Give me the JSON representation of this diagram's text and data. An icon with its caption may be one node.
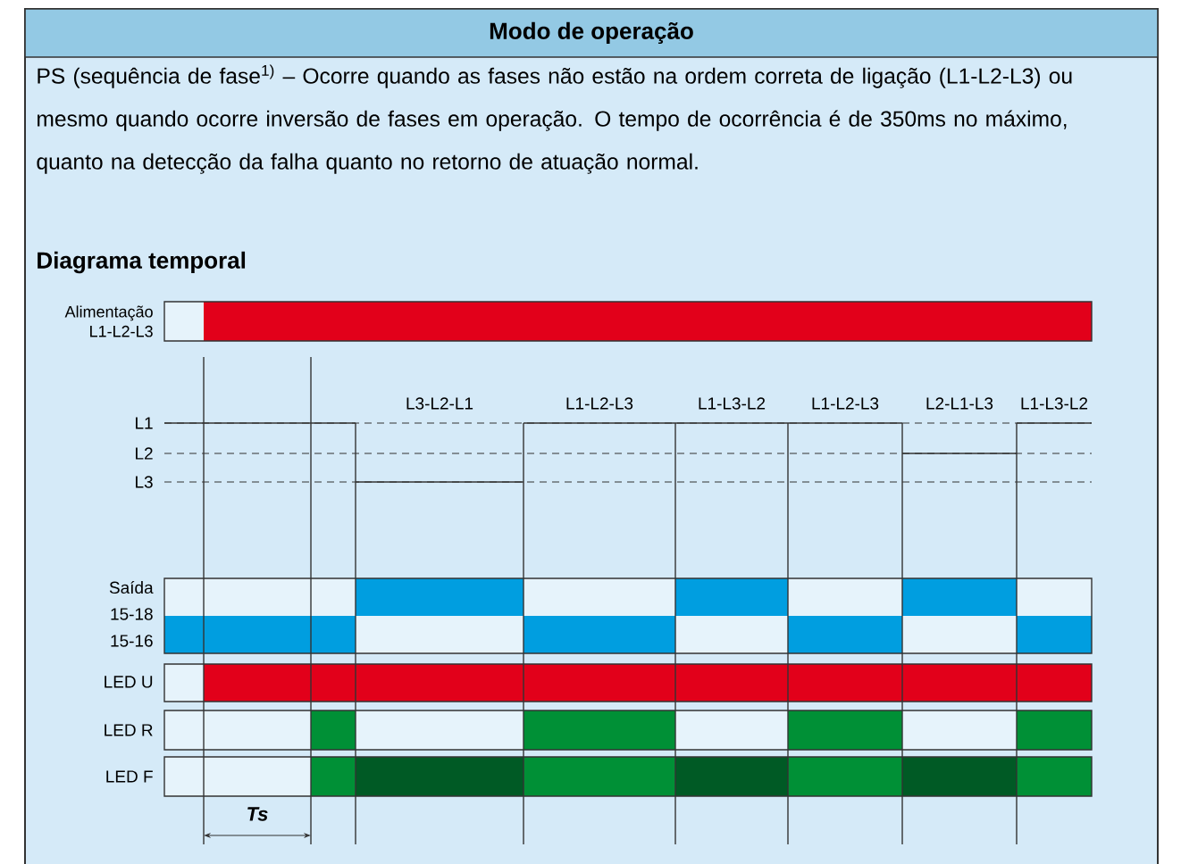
{
  "diagram": {
    "title": "Modo de operação",
    "labels": [
      "PS (sequência de fase$^{1)}$ – Ocorre quando as fases não estão na ordem correta de ligação (L1-L2-L3) ou mesmo quando ocorre inversão de fases em operação. O tempo de ocorrência é de 350ms no máximo, quanto na detecção da falha quanto no retorno de atuação normal.",
      "Diagrama temporal",
      "Alimentação L1-L2-L3",
      "L3-L2-L1",
      "L1-L2-L3",
      "L1-L3-L2",
      "L1-L2-L3",
      "L2-L1-L3",
      "L1-L3-L2",
      "L1",
      "L2",
      "L3",
      "Saída",
      "15-18",
      "15-16",
      "LED U",
      "LED R",
      "LED F",
      "Ts"
    ]
  }
}
